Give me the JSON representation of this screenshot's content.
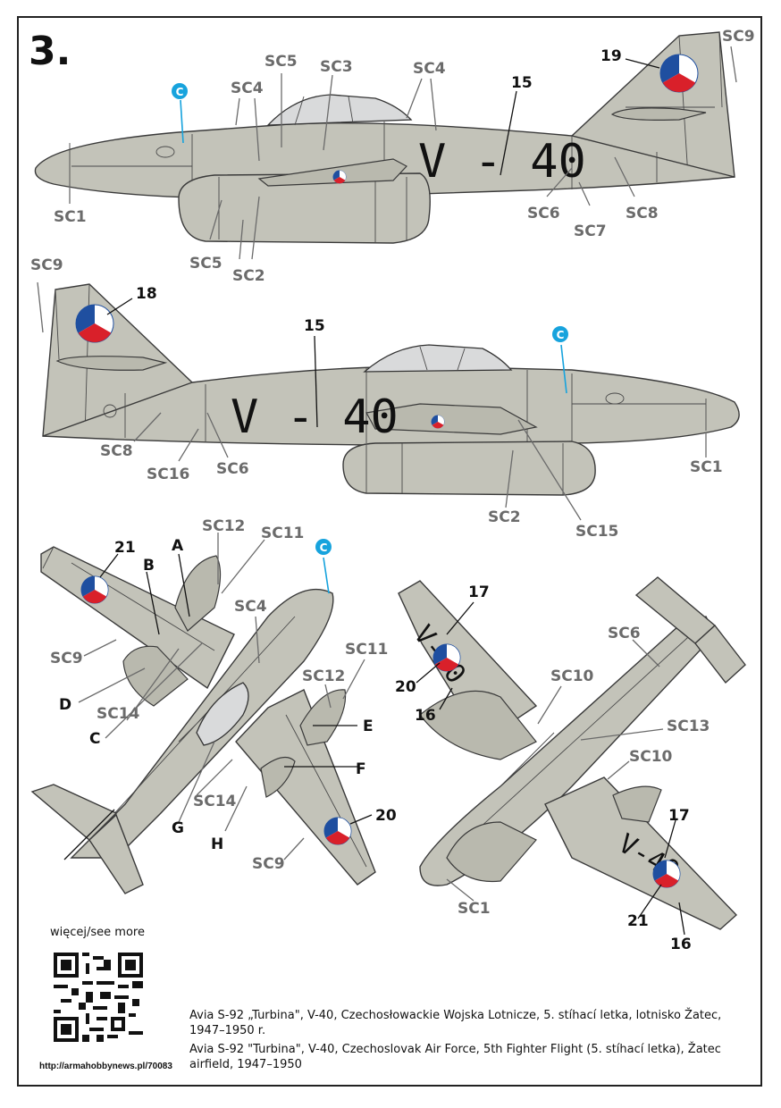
{
  "sheet": {
    "number": "3.",
    "see_more": "więcej/see more",
    "url": "http://armahobbynews.pl/70083",
    "caption_pl": "Avia S-92 „Turbina\", V-40, Czechosłowackie Wojska Lotnicze, 5. stíhací letka, lotnisko Žatec, 1947–1950 r.",
    "caption_en": "Avia S-92 \"Turbina\", V-40, Czechoslovak Air Force, 5th Fighter Flight (5. stíhací letka), Žatec airfield, 1947–1950"
  },
  "markings": {
    "fuselage_code": "V - 40",
    "fuselage_code_alt": "V - 40",
    "wing_code": "V-40"
  },
  "colors": {
    "camouflage": "#c3c3b9",
    "paint_callout": "#17a3dd",
    "roundel_blue": "#1f4fa0",
    "roundel_red": "#d9202a",
    "roundel_white": "#ffffff"
  },
  "callouts": {
    "paint": "C",
    "left_view": {
      "sc1": "SC1",
      "sc2": "SC2",
      "sc3": "SC3",
      "sc4a": "SC4",
      "sc4b": "SC4",
      "sc5a": "SC5",
      "sc5b": "SC5",
      "sc6": "SC6",
      "sc7": "SC7",
      "sc8": "SC8",
      "sc9": "SC9",
      "n15": "15",
      "n19": "19"
    },
    "right_view": {
      "sc9": "SC9",
      "n18": "18",
      "n15": "15",
      "sc8": "SC8",
      "sc16": "SC16",
      "sc6": "SC6",
      "sc2": "SC2",
      "sc15": "SC15",
      "sc1": "SC1"
    },
    "top_view": {
      "n21": "21",
      "b": "B",
      "a": "A",
      "sc12a": "SC12",
      "sc11a": "SC11",
      "sc4": "SC4",
      "sc9a": "SC9",
      "d": "D",
      "sc14a": "SC14",
      "c": "C",
      "sc11b": "SC11",
      "sc12b": "SC12",
      "e": "E",
      "f": "F",
      "sc14b": "SC14",
      "g": "G",
      "h": "H",
      "n20": "20",
      "sc9b": "SC9"
    },
    "bottom_view": {
      "n17a": "17",
      "n20": "20",
      "n16a": "16",
      "sc6": "SC6",
      "sc10a": "SC10",
      "sc13": "SC13",
      "sc10b": "SC10",
      "n17b": "17",
      "n21": "21",
      "n16b": "16",
      "sc1": "SC1"
    }
  }
}
